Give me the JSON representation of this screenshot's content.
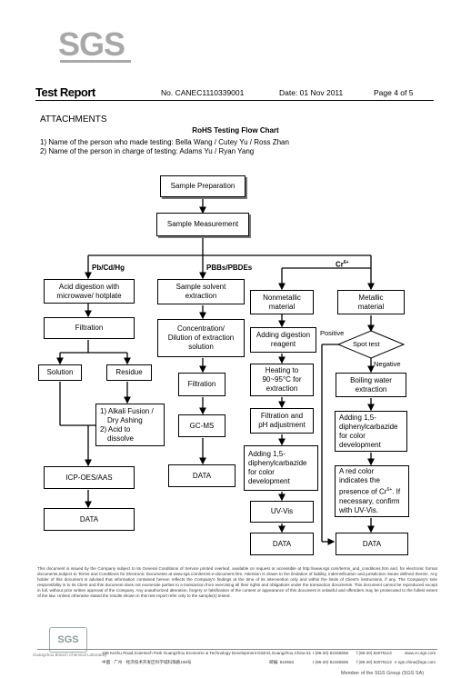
{
  "logo": {
    "text": "SGS"
  },
  "header": {
    "title": "Test Report",
    "report_no": "No. CANEC1110339001",
    "date": "Date: 01 Nov 2011",
    "page": "Page 4 of 5"
  },
  "attachments": "ATTACHMENTS",
  "flowchart": {
    "title": "RoHS Testing Flow Chart",
    "person_testing": "1) Name of the person who made testing: Bella Wang / Cutey Yu / Ross Zhan",
    "person_charge": "2) Name of the person in charge of testing: Adams Yu / Ryan Yang",
    "sample_prep": "Sample Preparation",
    "sample_meas": "Sample Measurement",
    "branch_pb": "Pb/Cd/Hg",
    "branch_pbb": "PBBs/PBDEs",
    "branch_cr": "Cr",
    "branch_cr_sup": "6+",
    "pb": {
      "acid1": "Acid digestion with",
      "acid2": "microwave/ hotplate",
      "filtration": "Filtration",
      "solution": "Solution",
      "residue": "Residue",
      "alk1": "1) Alkali Fusion /",
      "alk2": "Dry Ashing",
      "alk3": "2) Acid to",
      "alk4": "dissolve",
      "icp": "ICP-OES/AAS",
      "data": "DATA"
    },
    "pbb": {
      "solvent1": "Sample solvent",
      "solvent2": "extraction",
      "conc1": "Concentration/",
      "conc2": "Dilution of extraction",
      "conc3": "solution",
      "filtration": "Filtration",
      "gcms": "GC-MS",
      "data": "DATA"
    },
    "cr": {
      "nonmet1": "Nonmetallic",
      "nonmet2": "material",
      "metal1": "Metallic",
      "metal2": "material",
      "adddig1": "Adding digestion",
      "adddig2": "reagent",
      "heat1": "Heating to",
      "heat2": "90~95°C  for",
      "heat3": "extraction",
      "filt1": "Filtration and",
      "filt2": "pH adjustment",
      "addnm1": "Adding 1,5-",
      "addnm2": "diphenylcarbazide",
      "addnm3": "for color",
      "addnm4": "development",
      "uvvis": "UV-Vis",
      "data_nm": "DATA",
      "positive": "Positive",
      "spot": "Spot test",
      "negative": "Negative",
      "boil1": "Boiling water",
      "boil2": "extraction",
      "addm1": "Adding 1,5-",
      "addm2": "diphenylcarbazide",
      "addm3": "for color",
      "addm4": "development",
      "red1": "A red color",
      "red2": "indicates the",
      "red3": "presence of Cr",
      "red3_sup": "6+",
      "red3_end": ". If",
      "red4": "necessary, confirm",
      "red5": "with UV-Vis.",
      "data_m": "DATA"
    }
  },
  "footer": {
    "disclaimer": "This document is issued by the Company subject to its General Conditions of Service printed overleaf, available on request or accessible at http://www.sgs.com/terms_and_conditions.htm and, for electronic format documents,subject to Terms and Conditions for Electronic Documents at www.sgs.com/terms-e-document.htm. Attention is drawn to the limitation of liability, indemnification and jurisdiction issues defined therein. Any holder of this document is advised that information contained hereon reflects the Company's findings at the time of its intervention only and within the limits of Client's instructions, if any. The Company's sole responsibility is to its Client and this document does not exonerate parties to a transaction from exercising all their rights and obligations under the transaction documents. This document cannot be reproduced except in full, without prior written approval of the Company. Any unauthorized alteration, forgery or falsification of the content or appearance of this document is unlawful and offenders may be prosecuted to the fullest extent of the law. Unless otherwise stated the results shown in this test report refer only to the sample(s) tested.",
    "seal": "SGS",
    "seal_text": "Guangzhou Branch Chemical Laboratory",
    "address_en": "198 Kezhu Road,Scientech Park Guangzhou Economic & Technology Development District,Guangzhou,China  510663",
    "address_cn": "中国 · 广州 · 经济技术开发区科学城科珠路198号",
    "postcode": "邮编: 510663",
    "tel1": "t (86-20) 82155555",
    "fax1": "f (86-20) 82075113",
    "web": "www.cn.sgs.com",
    "tel2": "t (86-20) 82155555",
    "fax2": "f (86-20) 82075113",
    "email": "e sgs.china@sgs.com",
    "member": "Member of the SGS Group (SGS SA)"
  }
}
